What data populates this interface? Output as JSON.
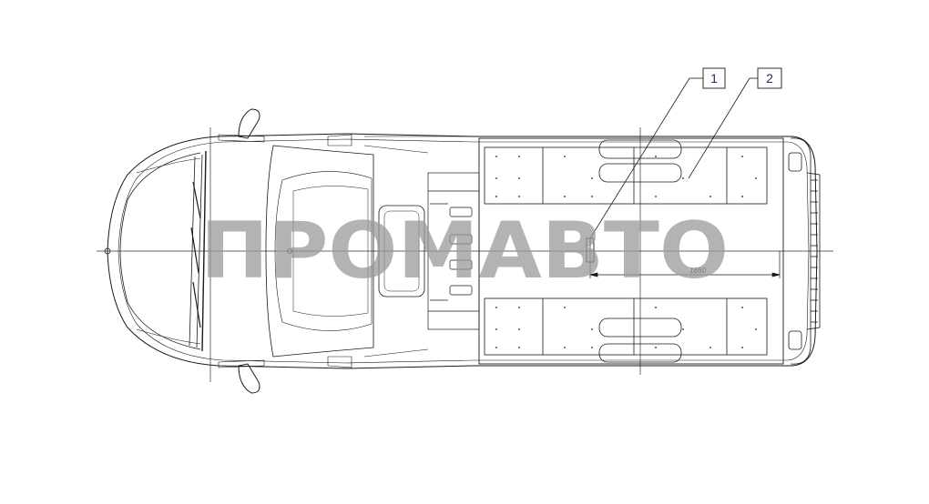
{
  "callouts": [
    {
      "id": "callout-1",
      "label": "1"
    },
    {
      "id": "callout-2",
      "label": "2"
    }
  ],
  "dimension": {
    "value": "1660"
  },
  "watermark": {
    "text": "ПРОМАВТО"
  },
  "colors": {
    "line": "#1a1a1a",
    "thin": "#333333",
    "watermark": "#9a9a9a",
    "callout_text": "#2a2a6a"
  }
}
